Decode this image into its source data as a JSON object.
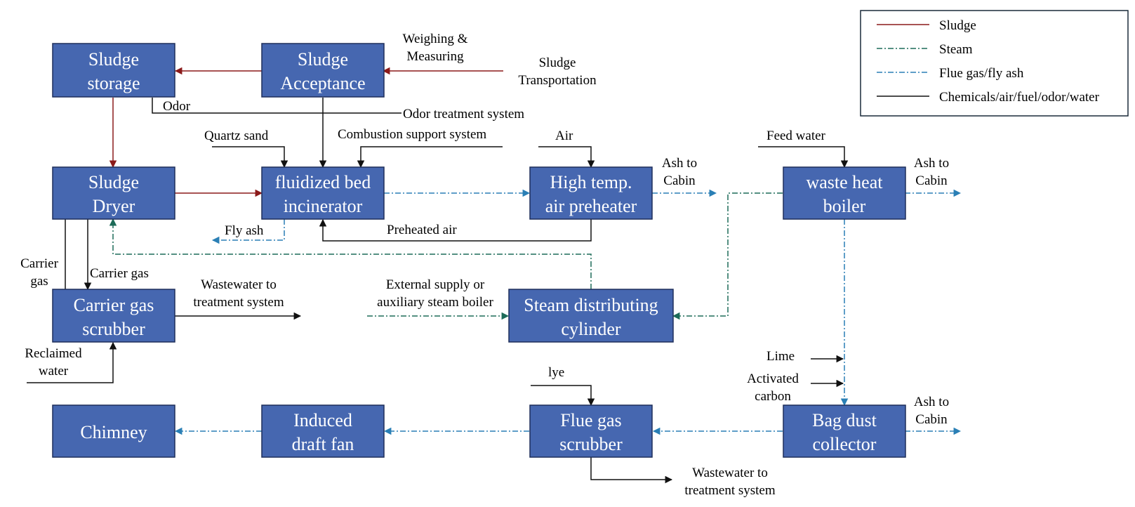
{
  "colors": {
    "box_fill": "#4667b0",
    "sludge": "#8b1a1a",
    "steam": "#1d6b58",
    "flue": "#2a7fb5",
    "black": "#111111"
  },
  "legend": {
    "items": [
      {
        "label": "Sludge",
        "style": "sludge"
      },
      {
        "label": "Steam",
        "style": "steam"
      },
      {
        "label": "Flue gas/fly ash",
        "style": "flue"
      },
      {
        "label": "Chemicals/air/fuel/odor/water",
        "style": "black"
      }
    ]
  },
  "boxes": {
    "sludge_storage": [
      "Sludge",
      "storage"
    ],
    "sludge_acceptance": [
      "Sludge",
      "Acceptance"
    ],
    "sludge_dryer": [
      "Sludge",
      "Dryer"
    ],
    "incinerator": [
      "fluidized bed",
      "incinerator"
    ],
    "air_preheater": [
      "High temp.",
      "air preheater"
    ],
    "waste_heat_boiler": [
      "waste heat",
      "boiler"
    ],
    "carrier_gas_scrubber": [
      "Carrier gas",
      "scrubber"
    ],
    "steam_cylinder": [
      "Steam distributing",
      "cylinder"
    ],
    "chimney": [
      "Chimney"
    ],
    "induced_draft_fan": [
      "Induced",
      "draft fan"
    ],
    "flue_gas_scrubber": [
      "Flue gas",
      "scrubber"
    ],
    "bag_dust_collector": [
      "Bag dust",
      "collector"
    ]
  },
  "labels": {
    "weighing": [
      "Weighing &",
      "Measuring"
    ],
    "transportation": [
      "Sludge",
      "Transportation"
    ],
    "odor": "Odor",
    "odor_treatment": "Odor treatment system",
    "quartz_sand": "Quartz sand",
    "combustion_support": "Combustion support system",
    "air": "Air",
    "feed_water": "Feed water",
    "ash_cabin_1": [
      "Ash to",
      "Cabin"
    ],
    "ash_cabin_2": [
      "Ash to",
      "Cabin"
    ],
    "ash_cabin_3": [
      "Ash to",
      "Cabin"
    ],
    "fly_ash": "Fly ash",
    "preheated_air": "Preheated air",
    "carrier_gas_left": [
      "Carrier",
      "gas"
    ],
    "carrier_gas_right": "Carrier gas",
    "wastewater_1": [
      "Wastewater to",
      "treatment system"
    ],
    "external_supply": [
      "External supply or",
      "auxiliary steam boiler"
    ],
    "reclaimed_water": [
      "Reclaimed",
      "water"
    ],
    "lime": "Lime",
    "activated_carbon": [
      "Activated",
      "carbon"
    ],
    "lye": "lye",
    "wastewater_2": [
      "Wastewater to",
      "treatment system"
    ]
  }
}
